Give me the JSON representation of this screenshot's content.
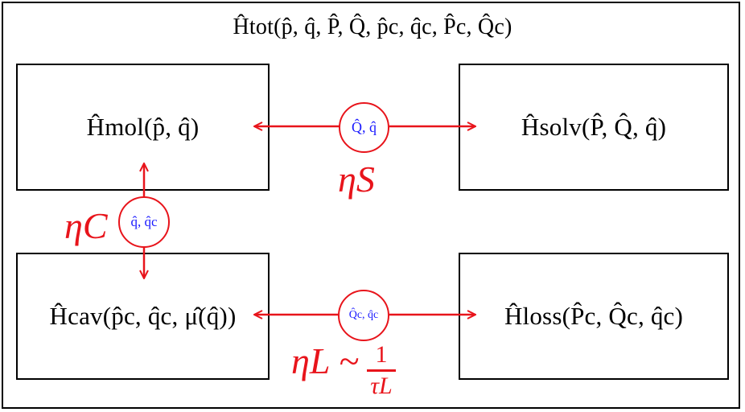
{
  "diagram": {
    "total_hamiltonian": "Ĥtot(p̂, q̂, P̂, Q̂, p̂c, q̂c, P̂c, Q̂c)",
    "boxes": {
      "mol": "Ĥmol(p̂, q̂)",
      "solv": "Ĥsolv(P̂, Q̂, q̂)",
      "cav": "Ĥcav(p̂c, q̂c, μ̂(q̂))",
      "loss": "Ĥloss(P̂c, Q̂c, q̂c)"
    },
    "couplings": {
      "solvent": {
        "label": "ηS",
        "variables": "Q̂, q̂"
      },
      "cavity": {
        "label": "ηC",
        "variables": "q̂, q̂c"
      },
      "loss": {
        "label": "ηL ~",
        "fraction_numerator": "1",
        "fraction_denominator": "τL",
        "variables": "Q̂c, q̂c"
      }
    },
    "colors": {
      "coupling": "#e8141b",
      "variables": "#1a1aff",
      "frame": "#000000"
    }
  }
}
